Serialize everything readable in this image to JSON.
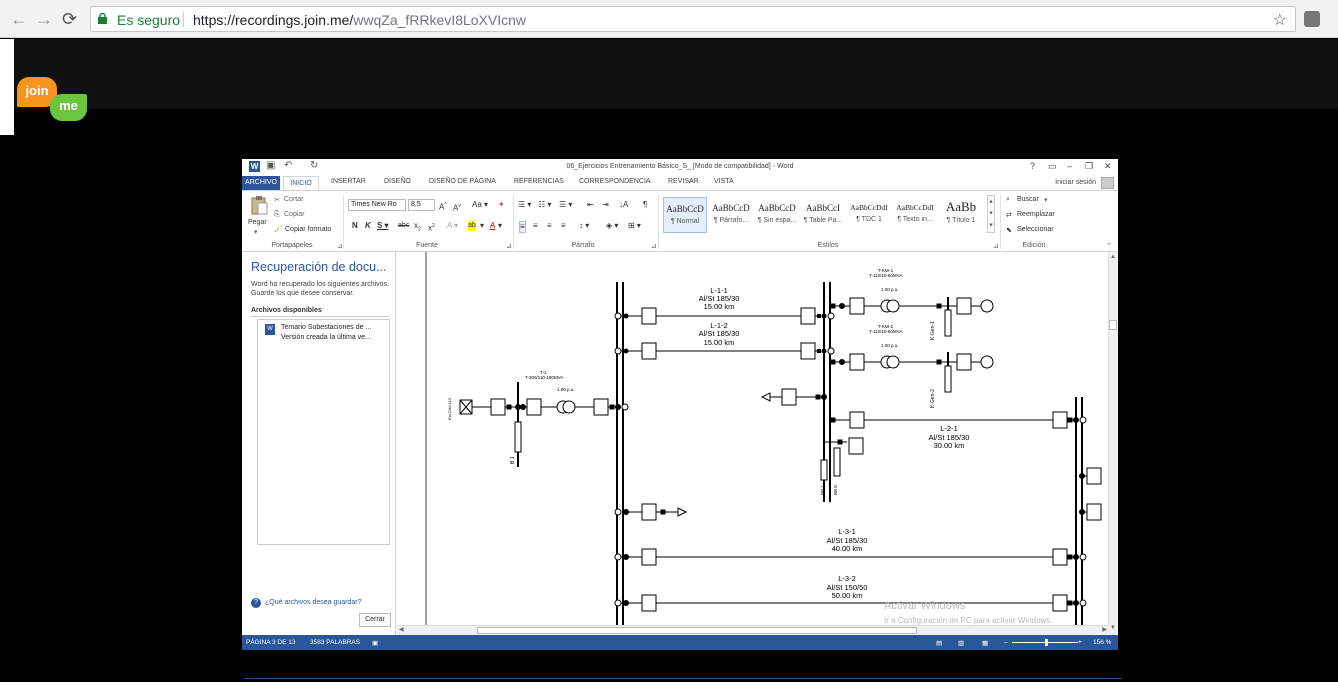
{
  "browser": {
    "secure_label": "Es seguro",
    "url_host": "https://recordings.join.me/",
    "url_path": "wwqZa_fRRkevI8LoXVIcnw"
  },
  "joinme": {
    "join": "join",
    "me": "me"
  },
  "word": {
    "title": "06_Ejercicios Entrenamiento Básico_S_ [Modo de compatibilidad] - Word",
    "help": "?",
    "tabs": {
      "file": "ARCHIVO",
      "home": "INICIO",
      "insert": "INSERTAR",
      "design": "DISEÑO",
      "layout": "DISEÑO DE PÁGINA",
      "references": "REFERENCIAS",
      "mailings": "CORRESPONDENCIA",
      "review": "REVISAR",
      "view": "VISTA"
    },
    "signin": "Iniciar sesión",
    "ribbon": {
      "paste": "Pegar",
      "cut": "Cortar",
      "copy": "Copiar",
      "format_painter": "Copiar formato",
      "font_name": "Times New Ro",
      "font_size": "8,5",
      "find": "Buscar",
      "replace": "Reemplazar",
      "select": "Seleccionar",
      "groups": {
        "clipboard": "Portapapeles",
        "font": "Fuente",
        "paragraph": "Párrafo",
        "styles": "Estilos",
        "editing": "Edición"
      },
      "styles": [
        {
          "sample": "AaBbCcD",
          "name": "¶ Normal"
        },
        {
          "sample": "AaBbCcD",
          "name": "¶ Párrafo..."
        },
        {
          "sample": "AaBbCcD",
          "name": "¶ Sin espa..."
        },
        {
          "sample": "AaBbCcI",
          "name": "¶ Table Pa..."
        },
        {
          "sample": "AaBbCcDdI",
          "name": "¶ TDC 1"
        },
        {
          "sample": "AaBbCcDdI",
          "name": "¶ Texto in..."
        },
        {
          "sample": "AaBb",
          "name": "¶ Título 1"
        }
      ]
    },
    "recovery": {
      "title": "Recuperación de docu...",
      "description": "Word ha recuperado los siguientes archivos. Guarde los que desee conservar.",
      "available": "Archivos disponibles",
      "file_name": "Temario Subestaciones de ...",
      "file_version": "Versión creada la última ve...",
      "question": "¿Qué archivos desea guardar?",
      "close": "Cerrar"
    },
    "status": {
      "page": "PÁGINA 3 DE 13",
      "words": "3583 PALABRAS",
      "zoom": "156 %"
    },
    "watermark": {
      "line1": "Activar Windows",
      "line2": "Ir a Configuración de PC para activar Windows."
    }
  },
  "diagram": {
    "lines": [
      {
        "name": "L-1-1",
        "type": "Al/St 185/30",
        "length": "15.00 km"
      },
      {
        "name": "L-1-2",
        "type": "Al/St 185/30",
        "length": "15.00 km"
      },
      {
        "name": "L-2-1",
        "type": "Al/St 185/30",
        "length": "30.00 km"
      },
      {
        "name": "L-3-1",
        "type": "Al/St 185/30",
        "length": "40.00 km"
      },
      {
        "name": "L-3-2",
        "type": "Al/St 150/50",
        "length": "50.00 km"
      }
    ],
    "labels": {
      "t1_name": "T-1",
      "t1_rating": "T-300/110-180MVA",
      "t1_pu": "1.00 p.u.",
      "tkw1_name": "T-KW-1",
      "tkw1_rating": "T-110/10-60MVA",
      "tkw1_pu": "1.00 p.u.",
      "tkw2_name": "T-KW-2",
      "tkw2_rating": "T-110/10-60MVA",
      "tkw2_pu": "1.00 p.u.",
      "gen1": "K-Gen-1",
      "gen2": "K-Gen-2",
      "b1": "B 1",
      "bb1": "BB 1",
      "bb0": "BB 0"
    }
  }
}
